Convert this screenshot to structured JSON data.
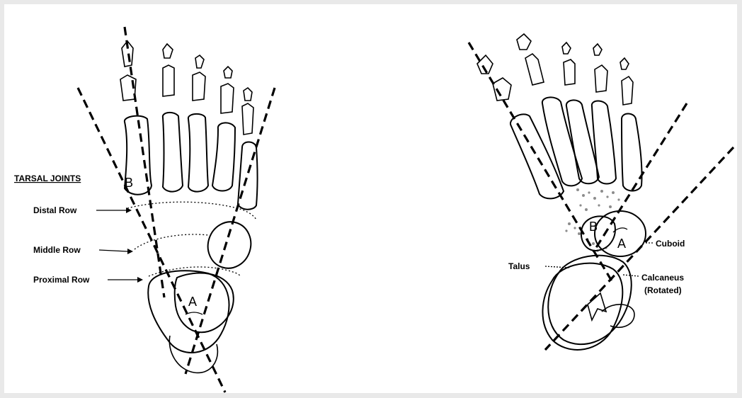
{
  "left_diagram": {
    "heading": "TARSAL JOINTS",
    "rows": {
      "distal": "Distal Row",
      "middle": "Middle Row",
      "proximal": "Proximal Row"
    },
    "angle_vertex_a": "A",
    "angle_vertex_b": "B"
  },
  "right_diagram": {
    "labels": {
      "cuboid": "Cuboid",
      "talus": "Talus",
      "calcaneus": "Calcaneus",
      "calcaneus_note": "(Rotated)"
    },
    "angle_vertex_a": "A",
    "angle_vertex_b": "B"
  }
}
